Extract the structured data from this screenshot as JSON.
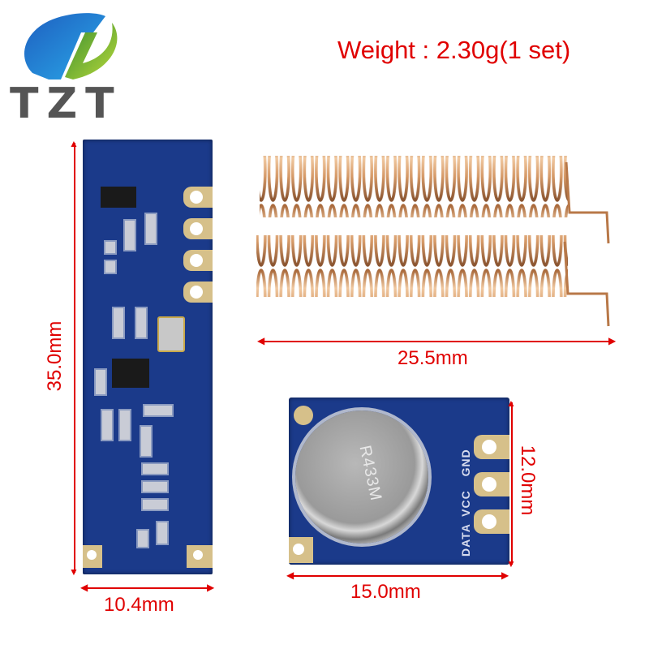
{
  "logo": {
    "text": "TZT",
    "colors": {
      "blue": "#1e6fd0",
      "green": "#6aaa2a",
      "gray": "#555555"
    }
  },
  "header": {
    "weight_label": "Weight : 2.30g(1 set)"
  },
  "dimensions": {
    "receiver_height": "35.0mm",
    "receiver_width": "10.4mm",
    "antenna_length": "25.5mm",
    "transmitter_width": "15.0mm",
    "transmitter_height": "12.0mm"
  },
  "transmitter": {
    "can_marking": "R433M",
    "pin_labels": [
      "DATA",
      "VCC",
      "GND"
    ]
  },
  "colors": {
    "annotation": "#e00000",
    "pcb": "#1b3a8a",
    "copper_coil": "#d9a070",
    "gold_pad": "#d6c08a"
  }
}
